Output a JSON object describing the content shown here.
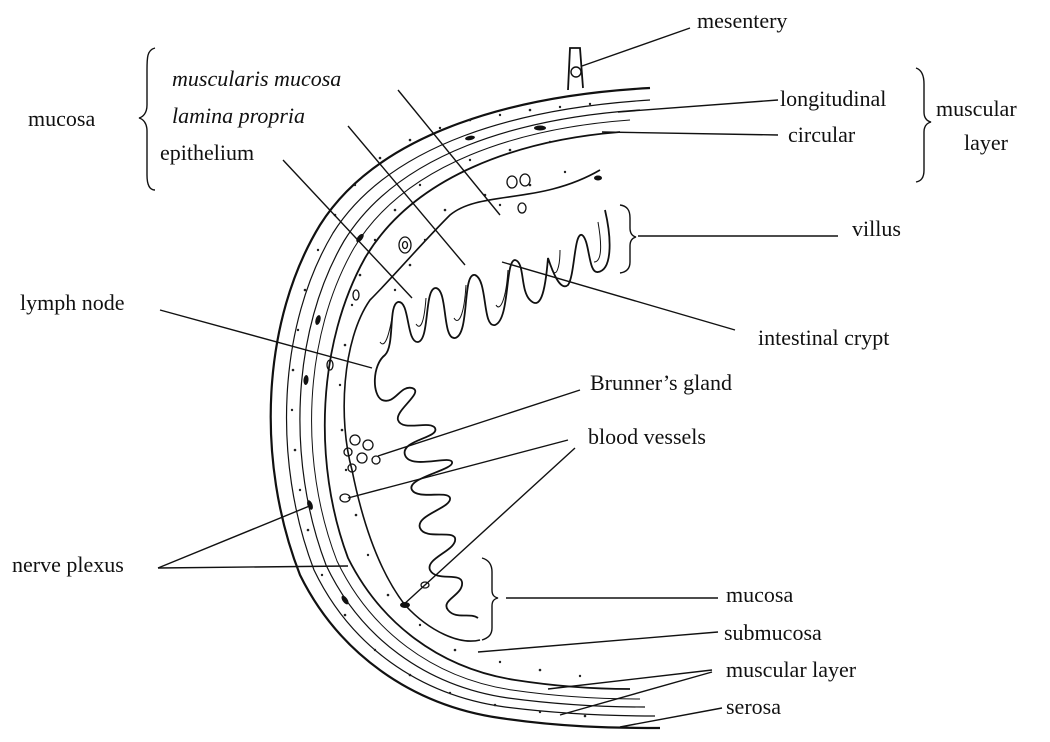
{
  "diagram": {
    "labels": {
      "mesentery": "mesentery",
      "mucosa_top": "mucosa",
      "muscularis_mucosa": "muscularis mucosa",
      "lamina_propria": "lamina propria",
      "epithelium": "epithelium",
      "longitudinal": "longitudinal",
      "circular": "circular",
      "muscular_layer_top_1": "muscular",
      "muscular_layer_top_2": "layer",
      "villus": "villus",
      "lymph_node": "lymph node",
      "intestinal_crypt": "intestinal crypt",
      "brunners_gland": "Brunner’s gland",
      "blood_vessels": "blood vessels",
      "nerve_plexus": "nerve plexus",
      "mucosa_bottom": "mucosa",
      "submucosa": "submucosa",
      "muscular_layer_bottom": "muscular layer",
      "serosa": "serosa"
    },
    "italic_labels": [
      "muscularis_mucosa",
      "lamina_propria"
    ]
  }
}
